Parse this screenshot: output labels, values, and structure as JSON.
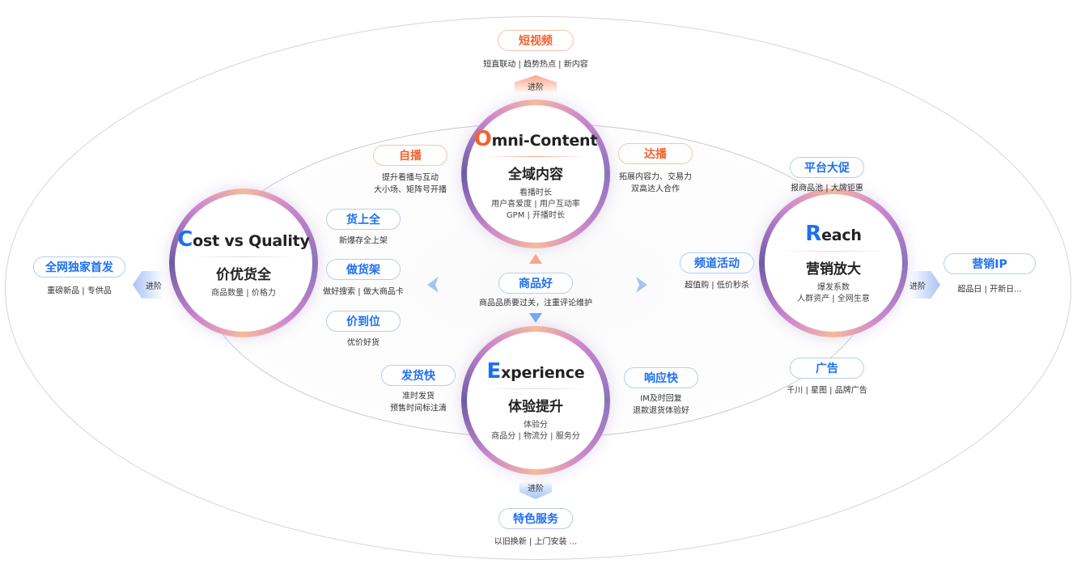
{
  "colors": {
    "blue": "#1e6ff0",
    "orange": "#f4622e",
    "ring_purple": "#8a74bb",
    "ring_pink": "#cc86cf",
    "ring_peach": "#f6b99b"
  },
  "advance_label": "进阶",
  "circles": {
    "content": {
      "first": "O",
      "rest": "mni-Content",
      "zh": "全域内容",
      "lines": [
        "看播时长",
        "用户喜爱度 | 用户互动率",
        "GPM | 开播时长"
      ]
    },
    "cost": {
      "first": "C",
      "rest": "ost vs Quality",
      "zh": "价优货全",
      "lines": [
        "商品数量 | 价格力"
      ]
    },
    "reach": {
      "first": "R",
      "rest": "each",
      "zh": "营销放大",
      "lines": [
        "爆发系数",
        "人群资产 | 全网生意"
      ]
    },
    "experience": {
      "first": "E",
      "rest": "xperience",
      "zh": "体验提升",
      "lines": [
        "体验分",
        "商品分 | 物流分 | 服务分"
      ]
    }
  },
  "pills": {
    "short_video": {
      "label": "短视频",
      "desc": [
        "短直联动 | 趋势热点 | 新内容"
      ]
    },
    "self_live": {
      "label": "自播",
      "desc": [
        "提升看播与互动",
        "大小场、矩阵号开播"
      ]
    },
    "kol_live": {
      "label": "达播",
      "desc": [
        "拓展内容力、交易力",
        "双高达人合作"
      ]
    },
    "platform_promo": {
      "label": "平台大促",
      "desc": [
        "报商品池 | 大牌钜惠"
      ]
    },
    "goods_full": {
      "label": "货上全",
      "desc": [
        "新爆存全上架"
      ]
    },
    "shelf": {
      "label": "做货架",
      "desc": [
        "做好搜索 | 做大商品卡"
      ]
    },
    "price": {
      "label": "价到位",
      "desc": [
        "优价好货"
      ]
    },
    "exclusive": {
      "label": "全网独家首发",
      "desc": [
        "重磅新品 | 专供品"
      ]
    },
    "good_product": {
      "label": "商品好",
      "desc": [
        "商品品质要过关，注重评论维护"
      ]
    },
    "channel": {
      "label": "频道活动",
      "desc": [
        "超值购 | 低价秒杀"
      ]
    },
    "marketing_ip": {
      "label": "营销IP",
      "desc": [
        "超品日 | 开新日..."
      ]
    },
    "ads": {
      "label": "广告",
      "desc": [
        "千川 | 星图 | 品牌广告"
      ]
    },
    "fast_ship": {
      "label": "发货快",
      "desc": [
        "准时发货",
        "预售时间标注清"
      ]
    },
    "fast_reply": {
      "label": "响应快",
      "desc": [
        "IM及时回复",
        "退款退货体验好"
      ]
    },
    "special_service": {
      "label": "特色服务",
      "desc": [
        "以旧换新 | 上门安装 ..."
      ]
    }
  }
}
